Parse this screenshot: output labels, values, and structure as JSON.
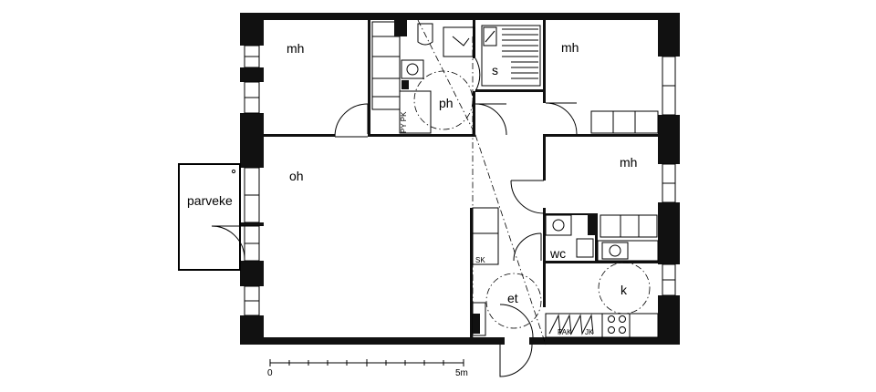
{
  "rooms": {
    "mh_1": "mh",
    "mh_2": "mh",
    "mh_3": "mh",
    "s": "s",
    "ph": "ph",
    "oh": "oh",
    "parveke": "parveke",
    "wc": "wc",
    "et": "et",
    "k": "k"
  },
  "fixtures": {
    "sk": "SK",
    "pak": "PAK",
    "jk": "JK",
    "py_pk": "PY PK"
  },
  "scale": {
    "start": "0",
    "end": "5m"
  }
}
